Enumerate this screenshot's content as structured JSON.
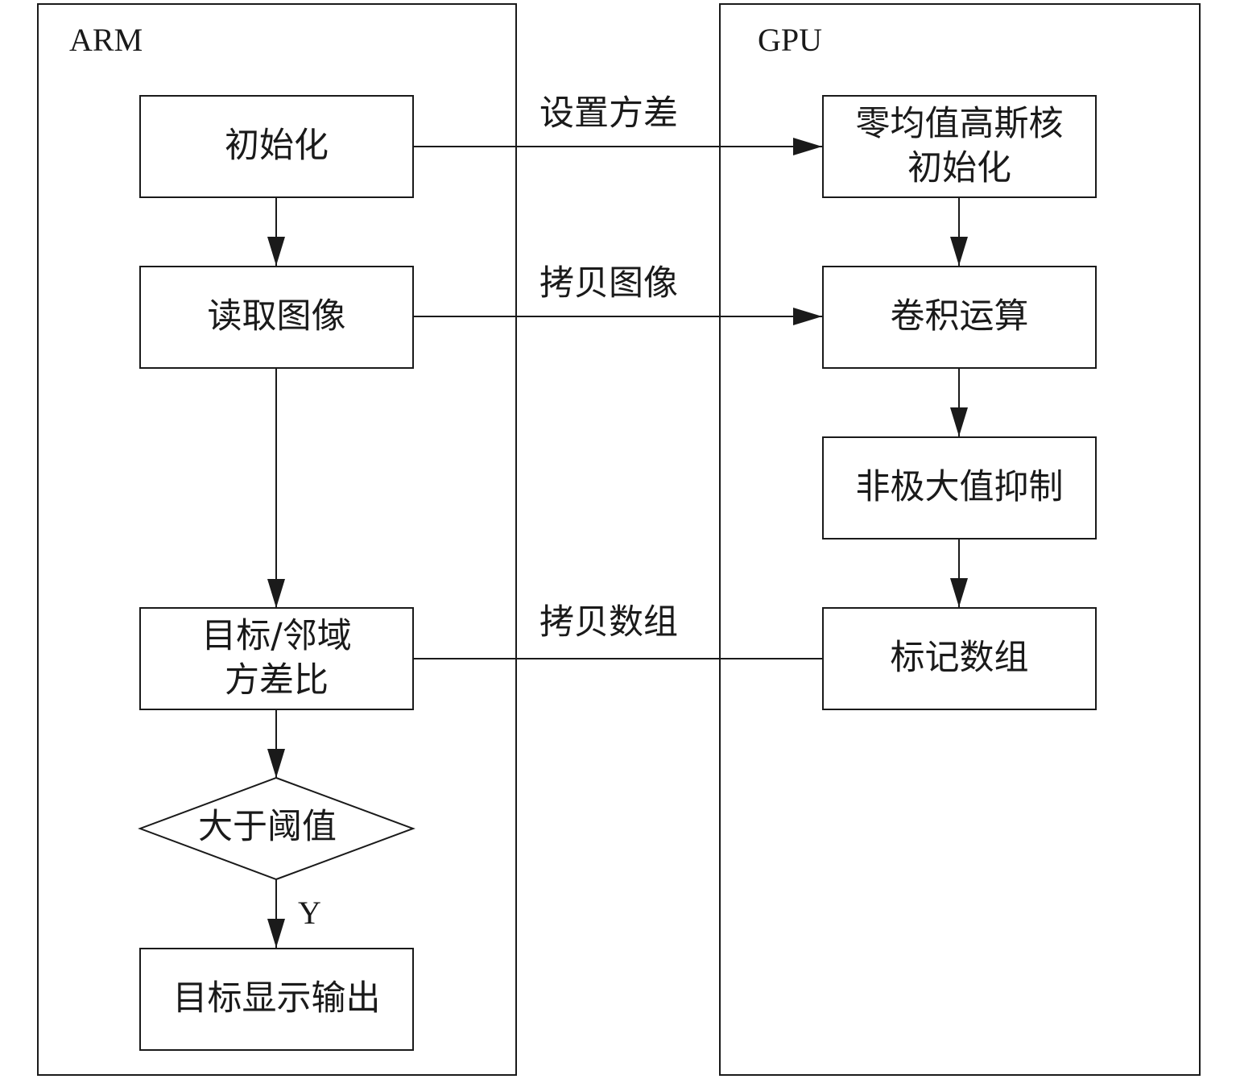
{
  "lanes": {
    "arm": {
      "title": "ARM"
    },
    "gpu": {
      "title": "GPU"
    }
  },
  "arm_nodes": {
    "init": "初始化",
    "read_image": "读取图像",
    "variance_ratio": "目标/邻域\n方差比",
    "threshold": "大于阈值",
    "output": "目标显示输出"
  },
  "gpu_nodes": {
    "gauss_init": "零均值高斯核\n初始化",
    "convolution": "卷积运算",
    "nms": "非极大值抑制",
    "mark_array": "标记数组"
  },
  "edge_labels": {
    "set_variance": "设置方差",
    "copy_image": "拷贝图像",
    "copy_array": "拷贝数组",
    "yes": "Y"
  }
}
